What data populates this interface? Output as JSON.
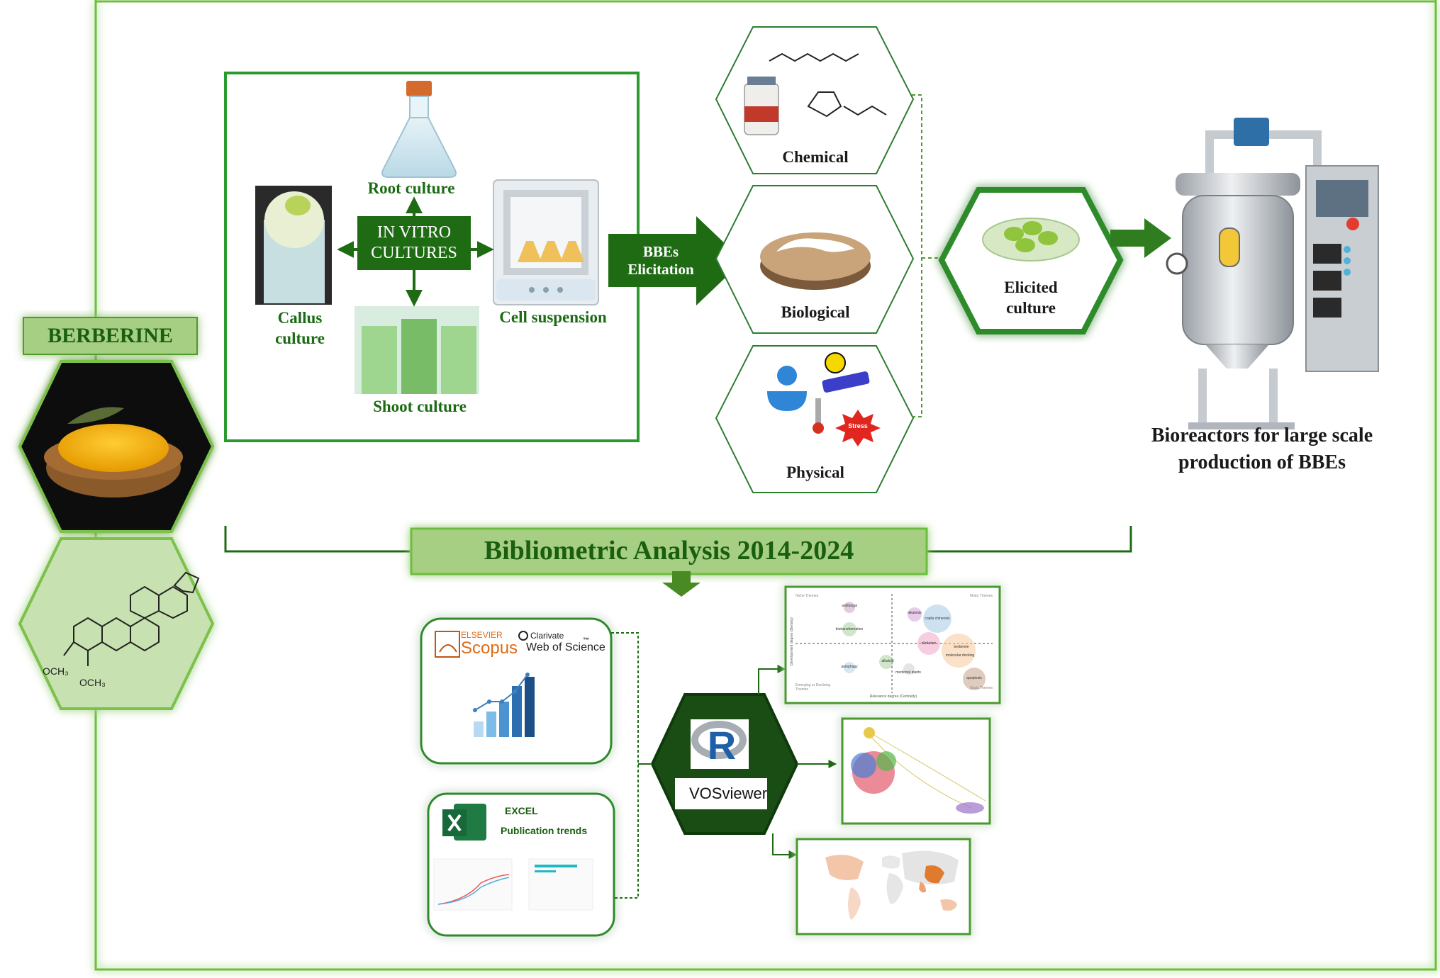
{
  "berberine_label": "BERBERINE",
  "in_vitro": {
    "center_label": "IN VITRO CULTURES",
    "root": "Root culture",
    "callus": "Callus culture",
    "cell": "Cell suspension",
    "shoot": "Shoot culture"
  },
  "bbes_arrow_label": "BBEs Elicitation",
  "elicitors": {
    "chemical": "Chemical",
    "biological": "Biological",
    "physical": "Physical",
    "stress_badge": "Stress"
  },
  "elicited_culture": "Elicited culture",
  "bioreactor_label": "Bioreactors for large scale production of BBEs",
  "bibliometric_title": "Bibliometric Analysis 2014-2024",
  "sources": {
    "elsevier": "ELSEVIER",
    "scopus": "Scopus",
    "clarivate": "Clarivate",
    "wos": "Web of Science",
    "tm": "™"
  },
  "excel": {
    "title": "EXCEL",
    "subtitle": "Publication trends"
  },
  "tools": {
    "r_letter": "R",
    "vosviewer": "VOSviewer"
  },
  "thematic_map": {
    "axis_y": "Development degree (Density)",
    "axis_x": "Relevance degree (Centrality)",
    "q1": "Niche Themes",
    "q2": "Motor Themes",
    "q3": "Emerging or Declining Themes",
    "q4": "Basic Themes",
    "bubbles": [
      "antifungal",
      "biotransformation",
      "alkaloids",
      "coptis chinensis",
      "elicitation",
      "berberine",
      "molecular docking",
      "alkaloid",
      "medicinal plants",
      "autophagy",
      "apoptosis"
    ]
  },
  "colors": {
    "frame_green": "#6cbf3c",
    "dark_green": "#1f6b14",
    "label_bg": "#a6cf83",
    "hex_fill": "#c7e2b0"
  }
}
